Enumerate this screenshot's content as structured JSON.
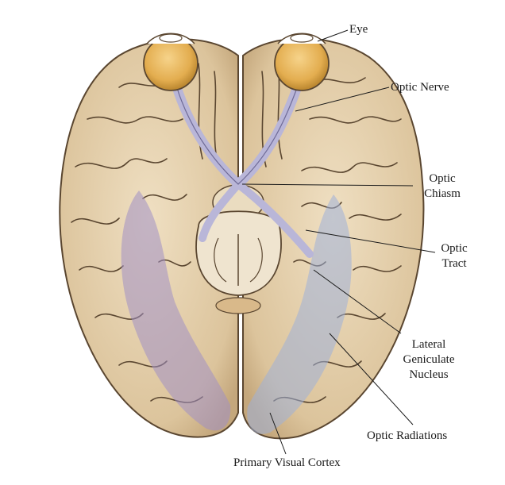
{
  "labels": {
    "eye": "Eye",
    "optic_nerve": "Optic Nerve",
    "optic_chiasm_1": "Optic",
    "optic_chiasm_2": "Chiasm",
    "optic_tract_1": "Optic",
    "optic_tract_2": "Tract",
    "lgn_1": "Lateral",
    "lgn_2": "Geniculate",
    "lgn_3": "Nucleus",
    "optic_radiations": "Optic Radiations",
    "visual_cortex": "Primary Visual Cortex"
  },
  "colors": {
    "cortex": "#e7d3b0",
    "cortex_shade": "#cdb48c",
    "sulcus": "#4a3a2a",
    "eye_yellow": "#e9b95c",
    "nerve": "#b9b6d8",
    "radiation_left": "#a08fc4",
    "radiation_right": "#9fb0d8",
    "brainstem": "#efe4cf"
  }
}
